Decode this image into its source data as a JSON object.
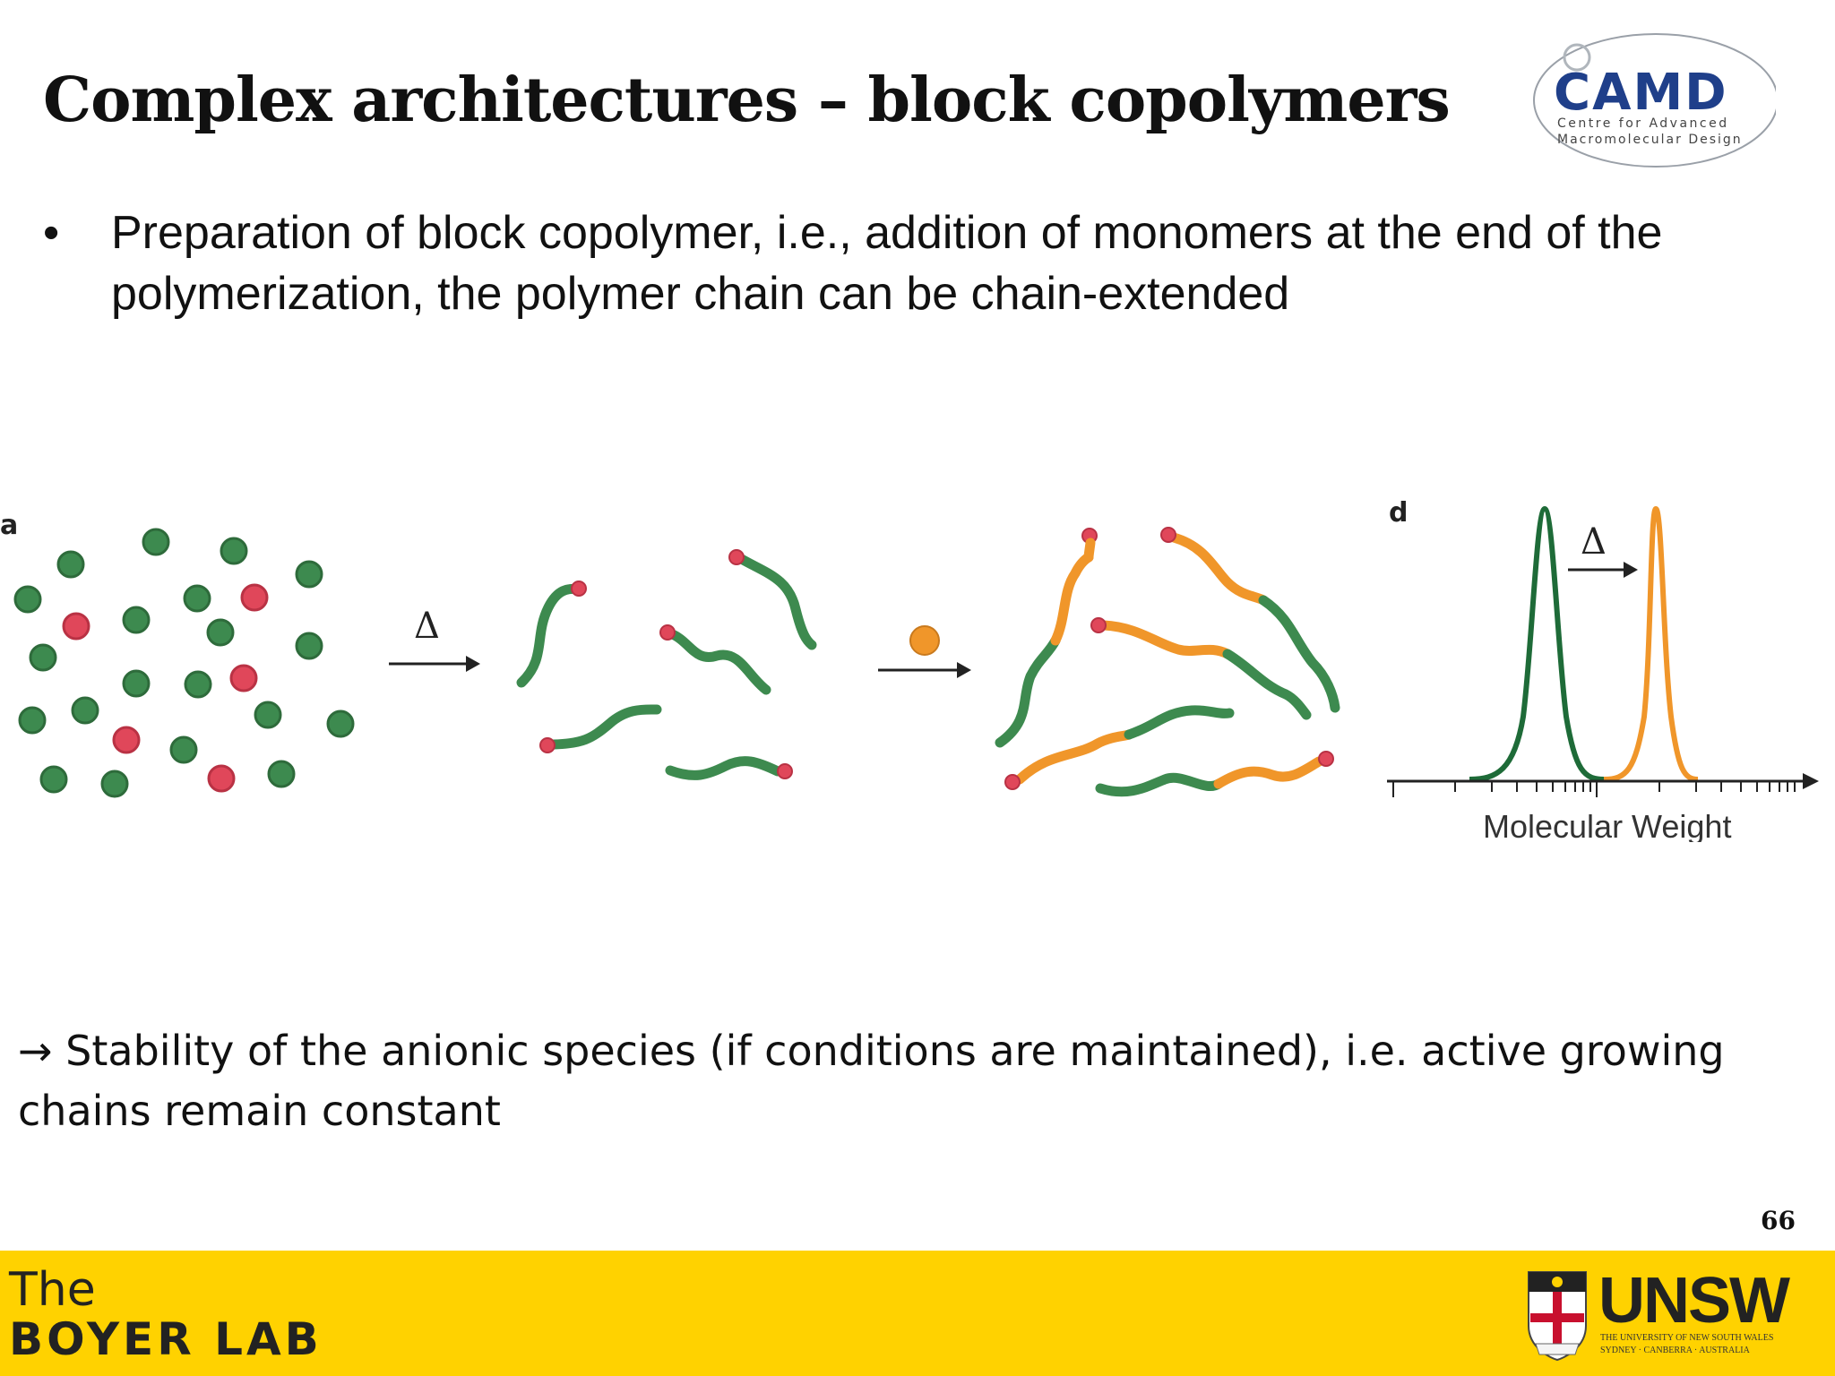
{
  "slide": {
    "title": "Complex architectures – block copolymers",
    "bullet_symbol": "•",
    "bullet": "Preparation of block copolymer, i.e., addition of monomers at the end of the polymerization, the polymer chain can be chain-extended",
    "note": "→ Stability of the anionic species (if conditions are maintained), i.e. active growing chains remain constant",
    "page_number": "66"
  },
  "logo_camd": {
    "name": "CAMD",
    "line1": "Centre for Advanced",
    "line2": "Macromolecular Design"
  },
  "figure": {
    "panel_a_label": "a",
    "panel_d_label": "d",
    "arrow_symbol": "Δ",
    "axis_label": "Molecular Weight",
    "colors": {
      "green": "#3d8a4f",
      "red": "#e0475a",
      "orange": "#f0962a",
      "dark_green": "#1e6b38"
    }
  },
  "footer": {
    "lab_line1": "The",
    "lab_line2": "BOYER LAB",
    "unsw_name": "UNSW",
    "unsw_sub1": "THE UNIVERSITY OF NEW SOUTH WALES",
    "unsw_sub2": "SYDNEY · CANBERRA · AUSTRALIA"
  }
}
